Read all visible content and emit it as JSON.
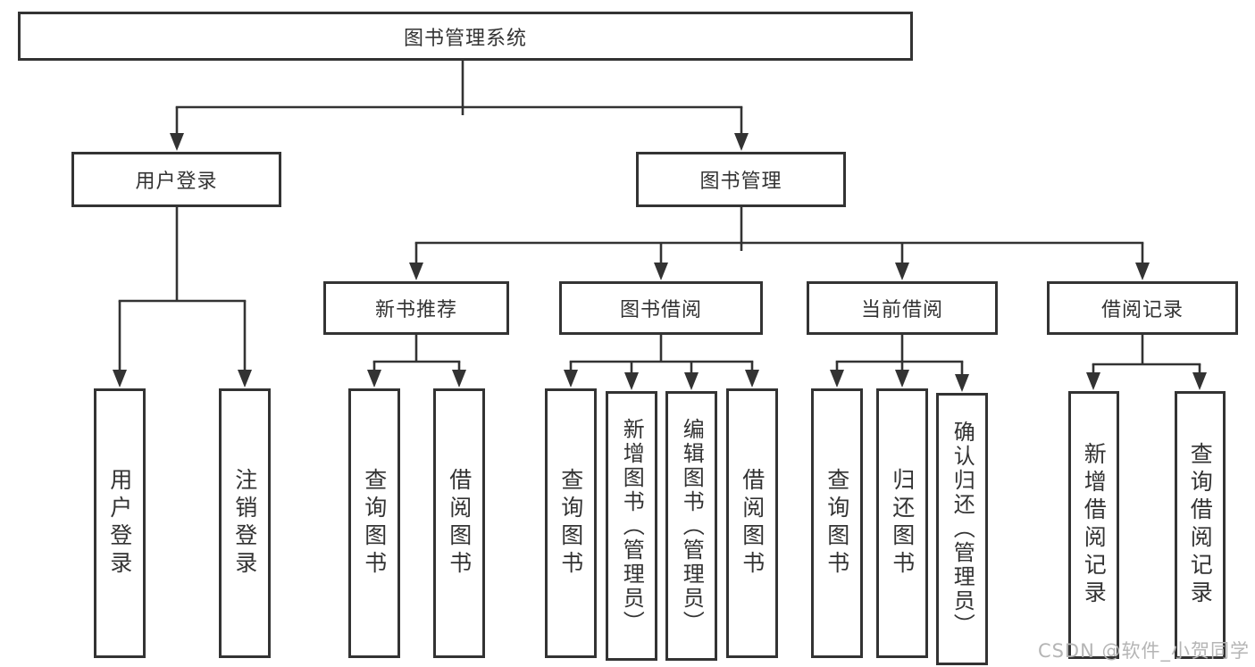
{
  "diagram_title": "图书管理系统",
  "tree": {
    "root": {
      "label": "图书管理系统"
    },
    "children": [
      {
        "label": "用户登录",
        "children": [
          {
            "label": "用户登录"
          },
          {
            "label": "注销登录"
          }
        ]
      },
      {
        "label": "图书管理",
        "children": [
          {
            "label": "新书推荐",
            "children": [
              {
                "label": "查询图书"
              },
              {
                "label": "借阅图书"
              }
            ]
          },
          {
            "label": "图书借阅",
            "children": [
              {
                "label": "查询图书"
              },
              {
                "label": "新增图书（管理员）"
              },
              {
                "label": "编辑图书（管理员）"
              },
              {
                "label": "借阅图书"
              }
            ]
          },
          {
            "label": "当前借阅",
            "children": [
              {
                "label": "查询图书"
              },
              {
                "label": "归还图书"
              },
              {
                "label": "确认归还（管理员）"
              }
            ]
          },
          {
            "label": "借阅记录",
            "children": [
              {
                "label": "新增借阅记录"
              },
              {
                "label": "查询借阅记录"
              }
            ]
          }
        ]
      }
    ]
  },
  "watermark": {
    "text": "CSDN @软件_小贺同学"
  },
  "colors": {
    "line": "#333333",
    "text": "#333333",
    "background": "#ffffff",
    "watermark": "#b5b5b5"
  }
}
